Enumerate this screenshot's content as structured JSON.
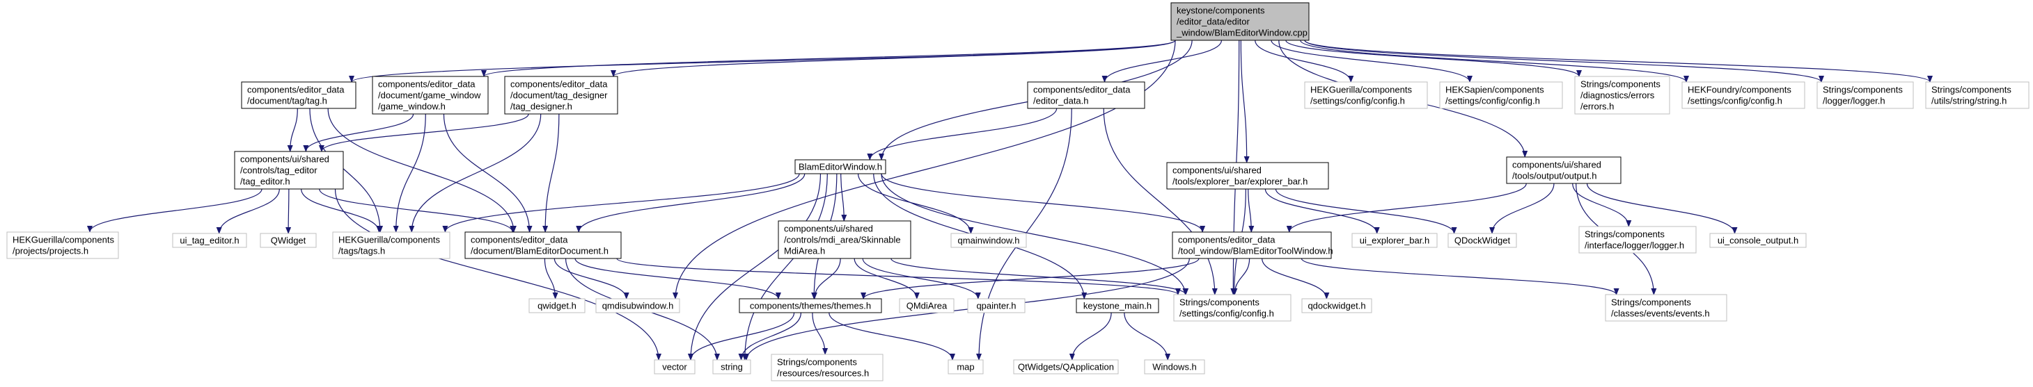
{
  "nodes": {
    "root": [
      "keystone/components",
      "/editor_data/editor",
      "_window/BlamEditorWindow.cpp"
    ],
    "tag_h": [
      "components/editor_data",
      "/document/tag/tag.h"
    ],
    "game_window": [
      "components/editor_data",
      "/document/game_window",
      "/game_window.h"
    ],
    "tag_designer": [
      "components/editor_data",
      "/document/tag_designer",
      "/tag_designer.h"
    ],
    "editor_data_h": [
      "components/editor_data",
      "/editor_data.h"
    ],
    "hekg_config": [
      "HEKGuerilla/components",
      "/settings/config/config.h"
    ],
    "heks_config": [
      "HEKSapien/components",
      "/settings/config/config.h"
    ],
    "errors": [
      "Strings/components",
      "/diagnostics/errors",
      "/errors.h"
    ],
    "hekf_config": [
      "HEKFoundry/components",
      "/settings/config/config.h"
    ],
    "logger": [
      "Strings/components",
      "/logger/logger.h"
    ],
    "string_h": [
      "Strings/components",
      "/utils/string/string.h"
    ],
    "tag_editor": [
      "components/ui/shared",
      "/controls/tag_editor",
      "/tag_editor.h"
    ],
    "blam_window_h": [
      "BlamEditorWindow.h"
    ],
    "explorer_bar": [
      "components/ui/shared",
      "/tools/explorer_bar/explorer_bar.h"
    ],
    "output_h": [
      "components/ui/shared",
      "/tools/output/output.h"
    ],
    "projects": [
      "HEKGuerilla/components",
      "/projects/projects.h"
    ],
    "ui_tag_editor": [
      "ui_tag_editor.h"
    ],
    "qwidget": [
      "QWidget"
    ],
    "tags": [
      "HEKGuerilla/components",
      "/tags/tags.h"
    ],
    "blam_doc": [
      "components/editor_data",
      "/document/BlamEditorDocument.h"
    ],
    "mdi_area": [
      "components/ui/shared",
      "/controls/mdi_area/Skinnable",
      "MdiArea.h"
    ],
    "qmainwindow": [
      "qmainwindow.h"
    ],
    "tool_window": [
      "components/editor_data",
      "/tool_window/BlamEditorToolWindow.h"
    ],
    "ui_explorer_bar": [
      "ui_explorer_bar.h"
    ],
    "qdockwidget_cap": [
      "QDockWidget"
    ],
    "logger_iface": [
      "Strings/components",
      "/interface/logger/logger.h"
    ],
    "ui_console": [
      "ui_console_output.h"
    ],
    "qwidget_h": [
      "qwidget.h"
    ],
    "qmdisubwindow": [
      "qmdisubwindow.h"
    ],
    "themes": [
      "components/themes/themes.h"
    ],
    "qmdiarea": [
      "QMdiArea"
    ],
    "qpainter": [
      "qpainter.h"
    ],
    "keystone_main": [
      "keystone_main.h"
    ],
    "settings_config": [
      "Strings/components",
      "/settings/config/config.h"
    ],
    "qdockwidget_h": [
      "qdockwidget.h"
    ],
    "events": [
      "Strings/components",
      "/classes/events/events.h"
    ],
    "vector": [
      "vector"
    ],
    "string": [
      "string"
    ],
    "resources": [
      "Strings/components",
      "/resources/resources.h"
    ],
    "map": [
      "map"
    ],
    "qapplication": [
      "QtWidgets/QApplication"
    ],
    "windows_h": [
      "Windows.h"
    ]
  },
  "colors": {
    "root_fill": "#bfbfbf",
    "node_fill": "#ffffff",
    "documented_border": "#000000",
    "undocumented_border": "#bfbfbf",
    "edge": "#191970"
  }
}
